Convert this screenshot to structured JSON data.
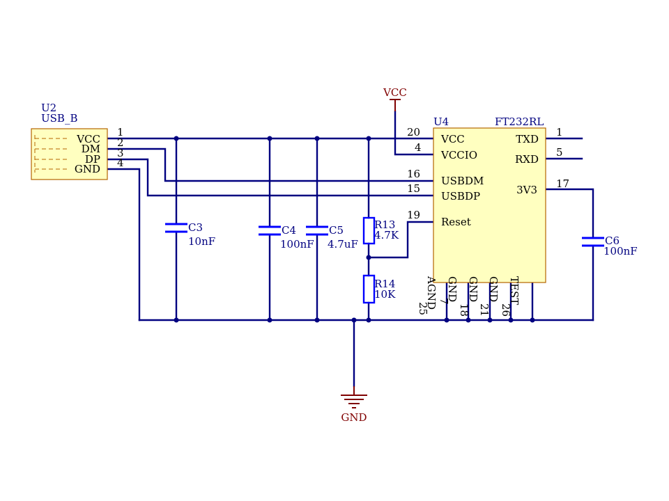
{
  "power": {
    "vcc": "VCC",
    "gnd": "GND"
  },
  "u2": {
    "ref": "U2",
    "value": "USB_B",
    "pins": [
      {
        "name": "VCC",
        "num": "1"
      },
      {
        "name": "DM",
        "num": "2"
      },
      {
        "name": "DP",
        "num": "3"
      },
      {
        "name": "GND",
        "num": "4"
      }
    ]
  },
  "u4": {
    "ref": "U4",
    "value": "FT232RL",
    "left_pins": [
      {
        "name": "VCC",
        "num": "20"
      },
      {
        "name": "VCCIO",
        "num": "4"
      },
      {
        "name": "USBDM",
        "num": "16"
      },
      {
        "name": "USBDP",
        "num": "15"
      },
      {
        "name": "Reset",
        "num": "19"
      }
    ],
    "right_pins": [
      {
        "name": "TXD",
        "num": "1"
      },
      {
        "name": "RXD",
        "num": "5"
      },
      {
        "name": "3V3",
        "num": "17"
      }
    ],
    "bottom_pins": [
      {
        "name": "AGND",
        "num": "25"
      },
      {
        "name": "GND",
        "num": "7"
      },
      {
        "name": "GND",
        "num": "18"
      },
      {
        "name": "GND",
        "num": "21"
      },
      {
        "name": "TEST",
        "num": "26"
      }
    ]
  },
  "capacitors": [
    {
      "ref": "C3",
      "value": "10nF"
    },
    {
      "ref": "C4",
      "value": "100nF"
    },
    {
      "ref": "C5",
      "value": "4.7uF"
    },
    {
      "ref": "C6",
      "value": "100nF"
    }
  ],
  "resistors": [
    {
      "ref": "R13",
      "value": "4.7K"
    },
    {
      "ref": "R14",
      "value": "10K"
    }
  ]
}
